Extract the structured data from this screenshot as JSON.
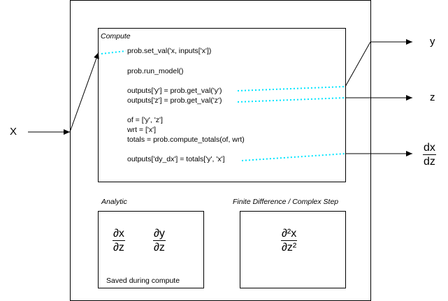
{
  "compute": {
    "title": "Compute",
    "lines": {
      "set_val": "prob.set_val('x, inputs['x'])",
      "run_model": "prob.run_model()",
      "get_y": "outputs['y'] = prob.get_val('y')",
      "get_z": "outputs['z'] = prob.get_val('z')",
      "of": "of = ['y', 'z']",
      "wrt": "wrt = ['x']",
      "totals": "totals = prob.compute_totals(of, wrt)",
      "dy_dx": "outputs['dy_dx'] = totals['y', 'x']"
    }
  },
  "analytic": {
    "title": "Analytic",
    "frac1": {
      "num": "∂x",
      "den": "∂z"
    },
    "frac2": {
      "num": "∂y",
      "den": "∂z"
    },
    "footer": "Saved during compute"
  },
  "finite": {
    "title": "Finite Difference / Complex Step",
    "frac": {
      "num": "∂²x",
      "den": "∂z²"
    }
  },
  "io": {
    "input_x": "X",
    "output_y": "y",
    "output_z": "z",
    "output_dx": {
      "num": "dx",
      "den": "dz"
    }
  },
  "colors": {
    "stroke": "#000000",
    "link_dots": "#00e5ff"
  }
}
